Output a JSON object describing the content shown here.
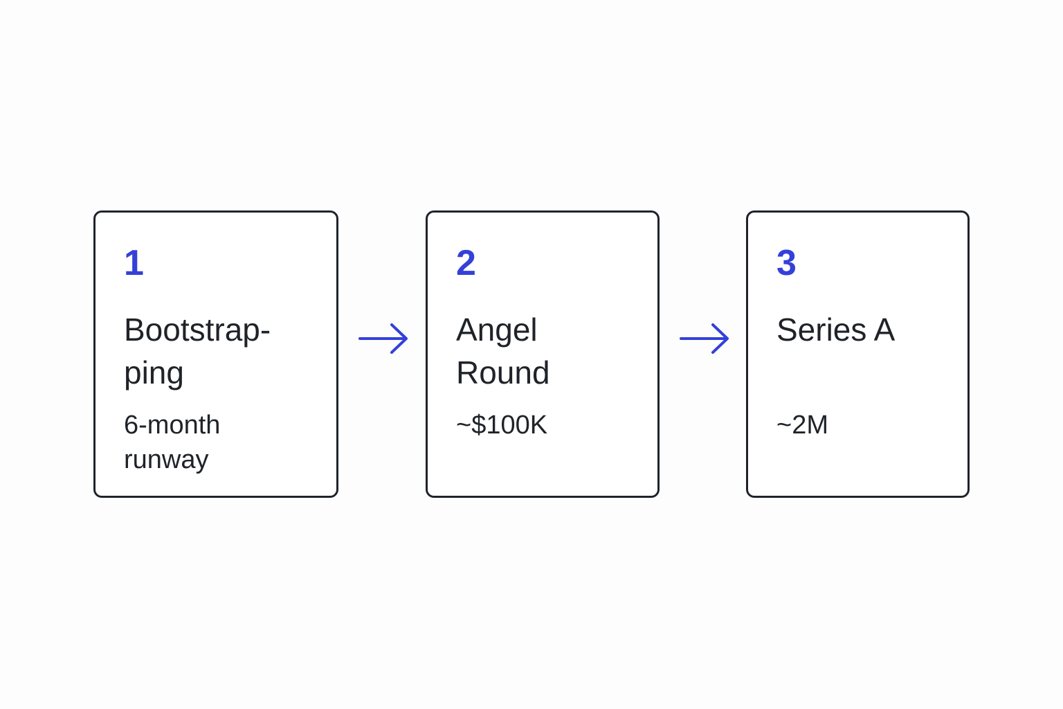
{
  "colors": {
    "accent": "#3440d8",
    "text": "#1f2329",
    "border": "#1f2329",
    "background": "#fdfdfd"
  },
  "stages": [
    {
      "number": "1",
      "title_lines": [
        "Bootstrap-",
        "ping"
      ],
      "detail_lines": [
        "6-month",
        "runway"
      ]
    },
    {
      "number": "2",
      "title_lines": [
        "Angel",
        "Round"
      ],
      "detail_lines": [
        "~$100K"
      ]
    },
    {
      "number": "3",
      "title_lines": [
        "Series A"
      ],
      "detail_lines": [
        "~2M"
      ]
    }
  ],
  "connectors": [
    {
      "icon": "arrow-right-icon"
    },
    {
      "icon": "arrow-right-icon"
    }
  ]
}
